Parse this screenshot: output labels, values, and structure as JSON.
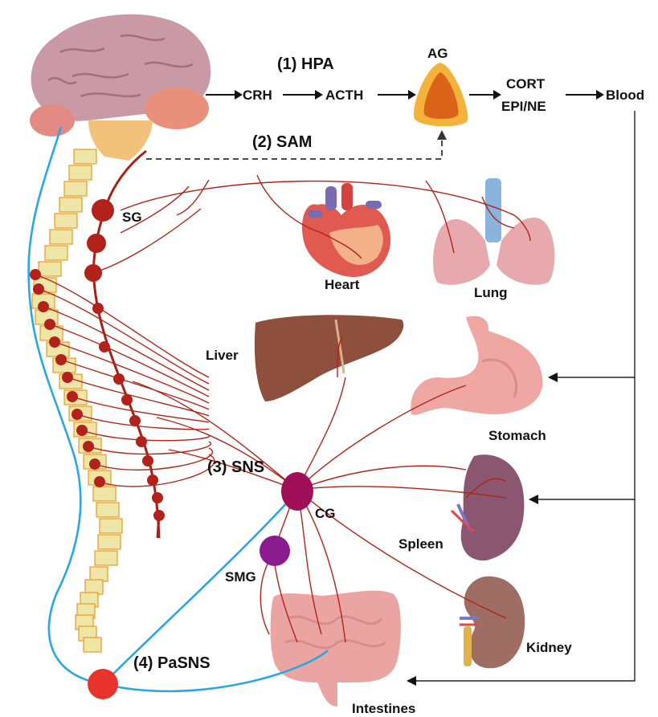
{
  "pathways": {
    "hpa": "(1) HPA",
    "sam": "(2) SAM",
    "sns": "(3) SNS",
    "pasns": "(4) PaSNS"
  },
  "hormones": {
    "crh": "CRH",
    "acth": "ACTH",
    "ag": "AG",
    "cort": "CORT",
    "epi_ne": "EPI/NE",
    "blood": "Blood"
  },
  "ganglia": {
    "sg": "SG",
    "cg": "CG",
    "smg": "SMG"
  },
  "organs": {
    "heart": "Heart",
    "lung": "Lung",
    "liver": "Liver",
    "stomach": "Stomach",
    "spleen": "Spleen",
    "kidney": "Kidney",
    "intestines": "Intestines"
  },
  "colors": {
    "nerve": "#b02418",
    "vagus": "#2aa6e0",
    "ganglion_cg": "#a0105a",
    "ganglion_smg": "#8b1a8f",
    "pasns_node": "#e8332a",
    "vertebra": "#ede6a6"
  }
}
